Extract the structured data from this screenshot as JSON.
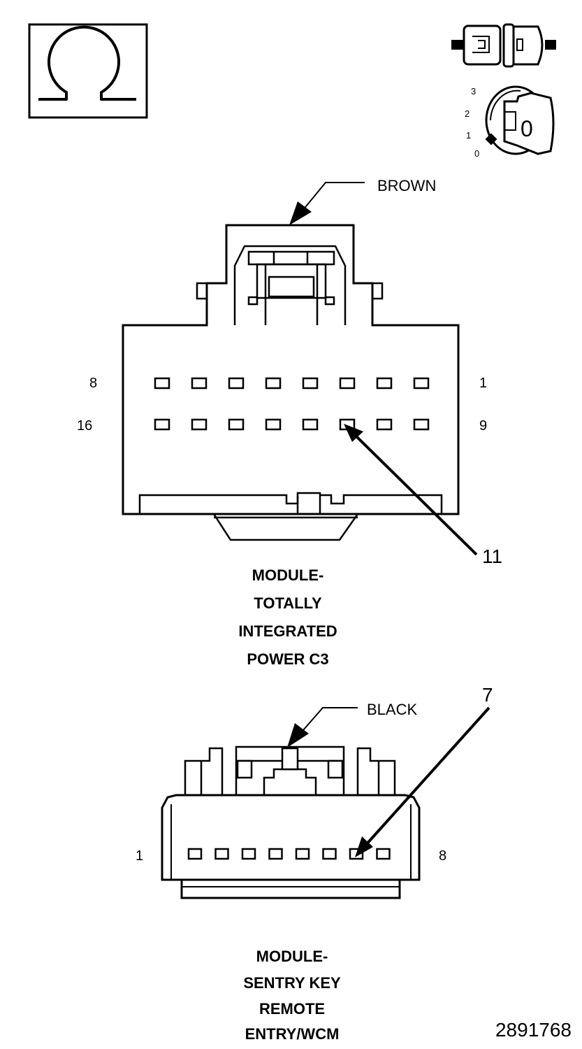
{
  "symbols": {
    "ohm_icon": "ohmmeter-omega-icon",
    "connector_icon": "disconnected-connector-icon",
    "ignition_icon": "ignition-key-switch-icon",
    "ignition_positions": [
      "3",
      "2",
      "1",
      "0"
    ],
    "ignition_key_label": "0"
  },
  "connector_c3": {
    "color_label": "BROWN",
    "pin_row_top": {
      "left": "8",
      "right": "1"
    },
    "pin_row_bottom": {
      "left": "16",
      "right": "9"
    },
    "callout_pin": "11",
    "title_lines": [
      "MODULE-",
      "TOTALLY",
      "INTEGRATED",
      "POWER C3"
    ]
  },
  "connector_wcm": {
    "color_label": "BLACK",
    "pin_row": {
      "left": "1",
      "right": "8"
    },
    "callout_pin": "7",
    "title_lines": [
      "MODULE-",
      "SENTRY KEY",
      "REMOTE",
      "ENTRY/WCM"
    ]
  },
  "figure_number": "2891768"
}
